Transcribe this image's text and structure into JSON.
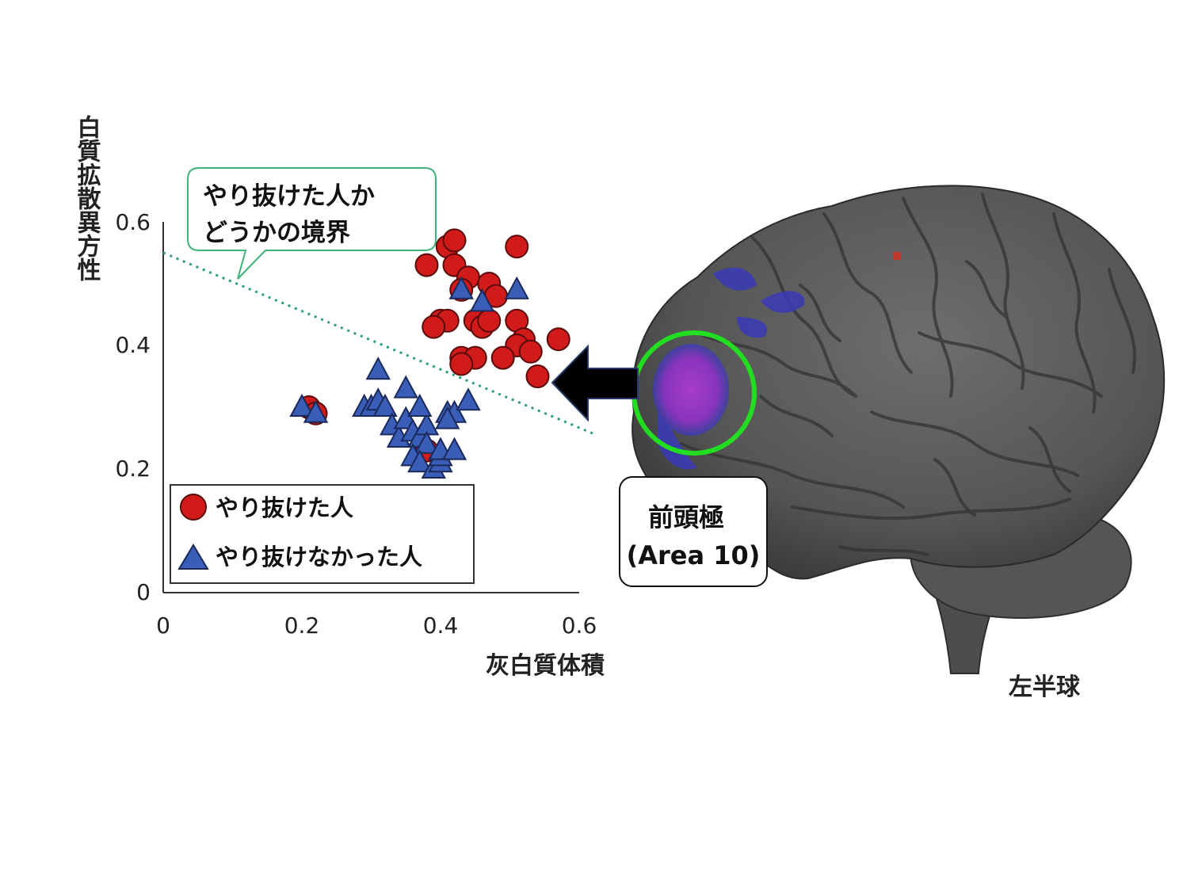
{
  "chart_data": {
    "type": "scatter",
    "xlabel": "灰白質体積",
    "ylabel": "白質拡散異方性",
    "xlim": [
      0,
      0.6
    ],
    "ylim": [
      0,
      0.6
    ],
    "x_ticks": [
      "0",
      "0.2",
      "0.4",
      "0.6"
    ],
    "y_ticks": [
      "0",
      "0.2",
      "0.4",
      "0.6"
    ],
    "grid": false,
    "legend_position": "bottom-left",
    "boundary_line": {
      "label_lines": [
        "やり抜けた人か",
        "どうかの境界"
      ],
      "x": [
        0,
        0.6
      ],
      "y": [
        0.55,
        0.27
      ]
    },
    "series": [
      {
        "name": "やり抜けた人",
        "marker": "circle",
        "color": "#d11a1a",
        "points": [
          [
            0.21,
            0.3
          ],
          [
            0.22,
            0.29
          ],
          [
            0.38,
            0.53
          ],
          [
            0.41,
            0.56
          ],
          [
            0.42,
            0.57
          ],
          [
            0.42,
            0.53
          ],
          [
            0.44,
            0.51
          ],
          [
            0.43,
            0.49
          ],
          [
            0.47,
            0.5
          ],
          [
            0.48,
            0.48
          ],
          [
            0.51,
            0.56
          ],
          [
            0.4,
            0.44
          ],
          [
            0.41,
            0.44
          ],
          [
            0.39,
            0.43
          ],
          [
            0.45,
            0.44
          ],
          [
            0.46,
            0.43
          ],
          [
            0.47,
            0.44
          ],
          [
            0.51,
            0.44
          ],
          [
            0.52,
            0.41
          ],
          [
            0.51,
            0.4
          ],
          [
            0.49,
            0.38
          ],
          [
            0.53,
            0.39
          ],
          [
            0.57,
            0.41
          ],
          [
            0.43,
            0.38
          ],
          [
            0.45,
            0.38
          ],
          [
            0.43,
            0.37
          ],
          [
            0.54,
            0.35
          ],
          [
            0.38,
            0.23
          ]
        ]
      },
      {
        "name": "やり抜けなかった人",
        "marker": "triangle",
        "color": "#3a5eb8",
        "points": [
          [
            0.2,
            0.3
          ],
          [
            0.22,
            0.29
          ],
          [
            0.29,
            0.3
          ],
          [
            0.3,
            0.3
          ],
          [
            0.31,
            0.31
          ],
          [
            0.32,
            0.3
          ],
          [
            0.31,
            0.36
          ],
          [
            0.35,
            0.33
          ],
          [
            0.33,
            0.27
          ],
          [
            0.34,
            0.25
          ],
          [
            0.35,
            0.28
          ],
          [
            0.36,
            0.26
          ],
          [
            0.37,
            0.25
          ],
          [
            0.38,
            0.27
          ],
          [
            0.38,
            0.24
          ],
          [
            0.36,
            0.22
          ],
          [
            0.37,
            0.21
          ],
          [
            0.39,
            0.2
          ],
          [
            0.4,
            0.21
          ],
          [
            0.4,
            0.22
          ],
          [
            0.4,
            0.23
          ],
          [
            0.41,
            0.29
          ],
          [
            0.42,
            0.29
          ],
          [
            0.44,
            0.31
          ],
          [
            0.37,
            0.3
          ],
          [
            0.41,
            0.28
          ],
          [
            0.42,
            0.23
          ],
          [
            0.43,
            0.49
          ],
          [
            0.46,
            0.47
          ],
          [
            0.51,
            0.49
          ]
        ]
      }
    ]
  },
  "callout": {
    "line1": "やり抜けた人か",
    "line2": "どうかの境界"
  },
  "legend": {
    "item1": "やり抜けた人",
    "item2": "やり抜けなかった人"
  },
  "brain": {
    "region_line1": "前頭極",
    "region_line2": "(Area 10)",
    "hemisphere": "左半球",
    "highlight_color": "#22dd22",
    "region_color": "#9b2fc9",
    "brain_color": "#5f5f5f"
  },
  "arrow_color": "#000000"
}
